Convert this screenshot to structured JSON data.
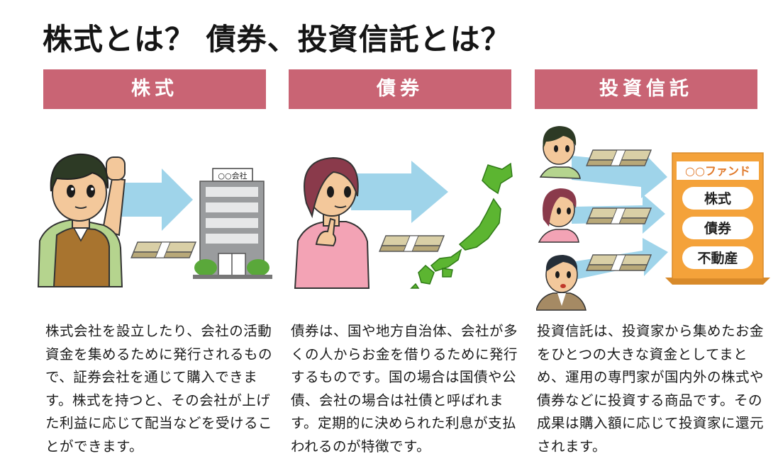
{
  "page": {
    "title": "株式とは？ 債券、投資信託とは？"
  },
  "columns": [
    {
      "header": "株式",
      "building_sign": "○○会社",
      "description": "株式会社を設立したり、会社の活動資金を集めるために発行されるもので、証券会社を通じて購入できます。株式を持つと、その会社が上げた利益に応じて配当などを受けることができます。"
    },
    {
      "header": "債券",
      "description": "債券は、国や地方自治体、会社が多くの人からお金を借りるために発行するものです。国の場合は国債や公債、会社の場合は社債と呼ばれます。定期的に決められた利息が支払われるのが特徴です。"
    },
    {
      "header": "投資信託",
      "fund_title": "○○ファンド",
      "fund_items": [
        "株式",
        "債券",
        "不動産"
      ],
      "description": "投資信託は、投資家から集めたお金をひとつの大きな資金としてまとめ、運用の専門家が国内外の株式や債券などに投資する商品です。その成果は購入額に応じて投資家に還元されます。"
    }
  ],
  "colors": {
    "header_bg": "#c96474",
    "arrow": "#9fd4ea",
    "fund_box": "#f4a23a",
    "japan_map": "#5cb531",
    "building": "#9a9c9e",
    "money": "#c8b98a"
  },
  "icons": [
    "man-raising-fist",
    "arrow-right",
    "money-bundle",
    "office-building",
    "woman-pointing",
    "japan-map",
    "investor-man",
    "investor-woman",
    "investor-businessman",
    "fund-box"
  ]
}
